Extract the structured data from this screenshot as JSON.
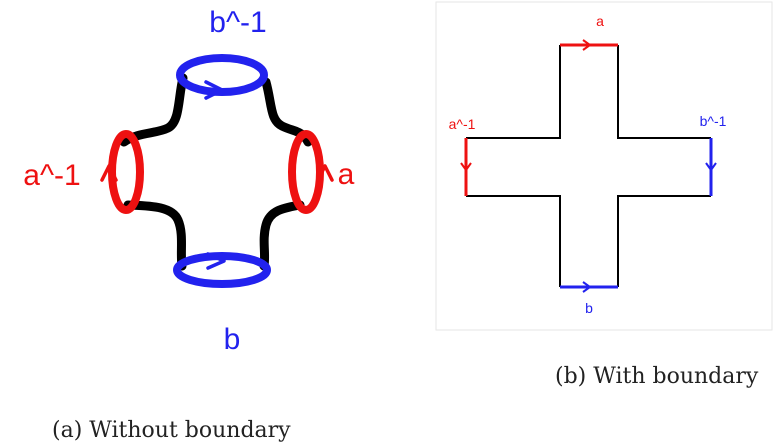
{
  "figure_a": {
    "caption": "(a) Without boundary",
    "labels": {
      "top": "b^-1",
      "bottom": "b",
      "left": "a^-1",
      "right": "a"
    }
  },
  "figure_b": {
    "caption": "(b) With boundary",
    "labels": {
      "top": "a",
      "bottom": "b",
      "left": "a^-1",
      "right": "b^-1"
    }
  },
  "colors": {
    "red": "#ee1111",
    "blue": "#2222ee",
    "black": "#000000",
    "panel_border": "#e6e6e6"
  }
}
